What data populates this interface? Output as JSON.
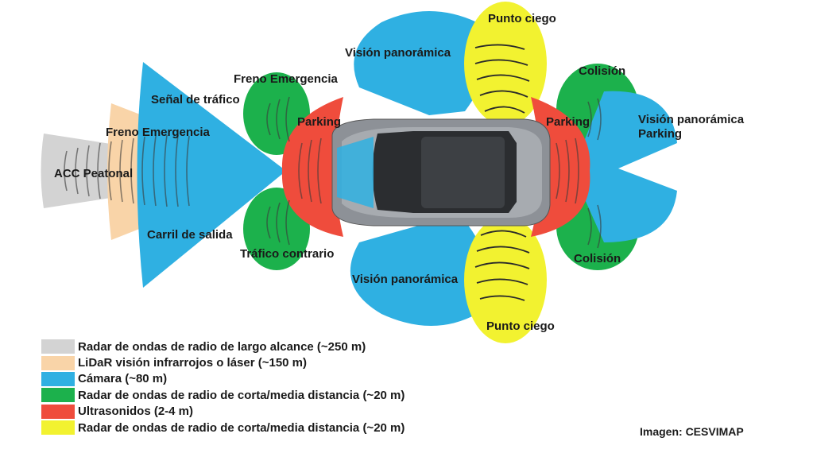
{
  "colors": {
    "radar_long": "#d3d3d3",
    "lidar": "#f9d4a8",
    "camera": "#2fb0e2",
    "radar_short": "#1cb14c",
    "ultrasonic": "#ef4c3c",
    "radar_blind": "#f2f230",
    "car_body": "#8d9197",
    "car_glass": "#2b2d30"
  },
  "labels": {
    "acc_peatonal": "ACC Peatonal",
    "freno_emergencia_lidar": "Freno Emergencia",
    "senal_trafico": "Señal de tráfico",
    "carril_salida": "Carril de salida",
    "freno_emergencia_radar": "Freno Emergencia",
    "trafico_contrario": "Tráfico contrario",
    "parking_front": "Parking",
    "parking_rear": "Parking",
    "vision_panoramica_top": "Visión panorámica",
    "vision_panoramica_bottom": "Visión panorámica",
    "punto_ciego_top": "Punto ciego",
    "punto_ciego_bottom": "Punto ciego",
    "colision_top": "Colisión",
    "colision_bottom": "Colisión",
    "vision_panoramica_rear_1": "Visión panorámica",
    "vision_panoramica_rear_2": "Parking"
  },
  "legend": [
    {
      "color": "#d3d3d3",
      "text": "Radar de ondas de radio de largo alcance (~250 m)"
    },
    {
      "color": "#f9d4a8",
      "text": "LiDaR visión infrarrojos o láser (~150 m)"
    },
    {
      "color": "#2fb0e2",
      "text": "Cámara (~80 m)"
    },
    {
      "color": "#1cb14c",
      "text": "Radar de ondas de radio de corta/media distancia (~20 m)"
    },
    {
      "color": "#ef4c3c",
      "text": "Ultrasonidos (2-4 m)"
    },
    {
      "color": "#f2f230",
      "text": "Radar de ondas de radio de corta/media distancia (~20 m)"
    }
  ],
  "credit": "Imagen: CESVIMAP"
}
